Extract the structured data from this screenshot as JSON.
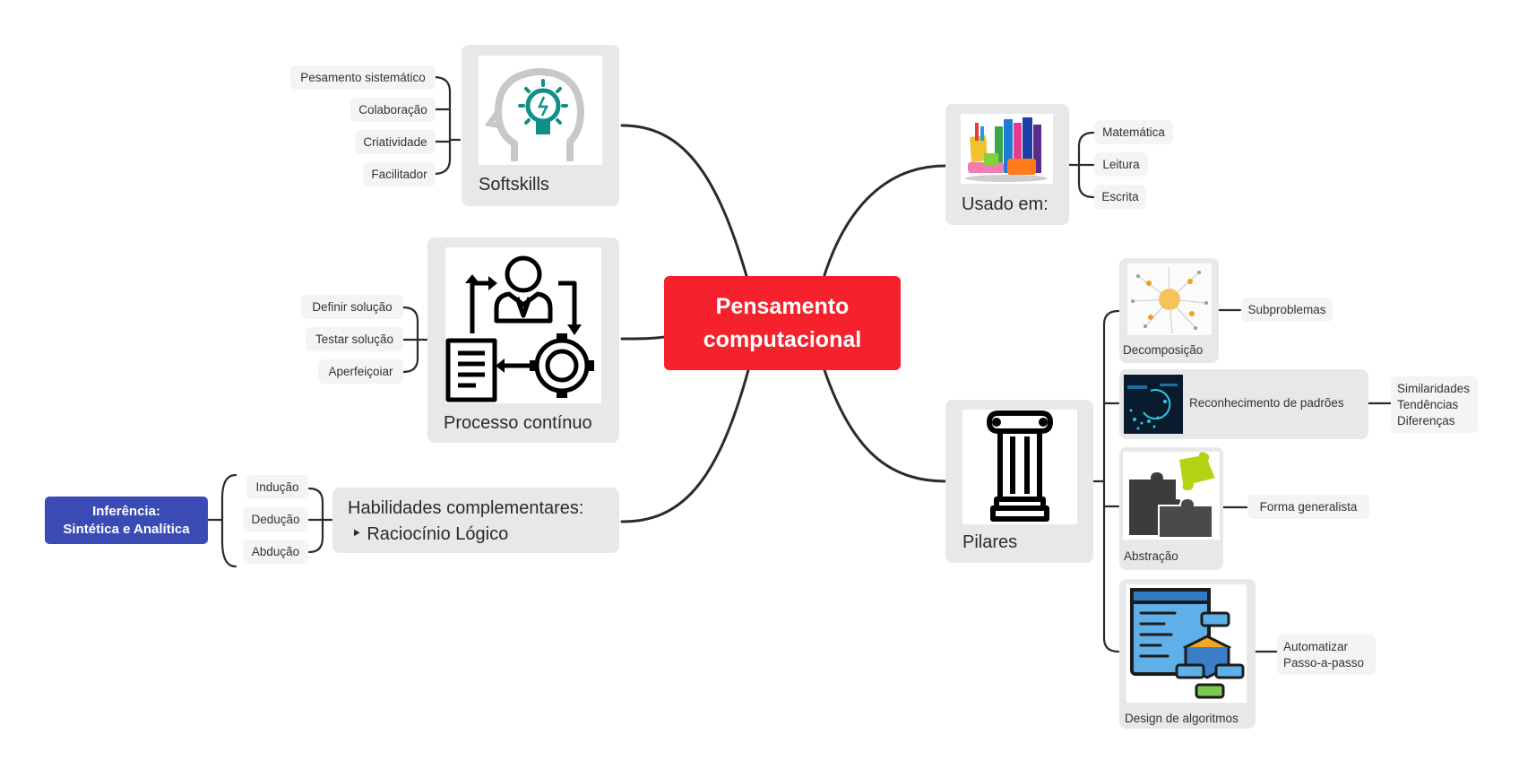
{
  "central": {
    "line1": "Pensamento",
    "line2": "computacional"
  },
  "softskills": {
    "label": "Softskills",
    "icon": "lightbulb-head-icon",
    "items": [
      "Pesamento sistemático",
      "Colaboração",
      "Criatividade",
      "Facilitador"
    ]
  },
  "processo": {
    "label": "Processo contínuo",
    "icon": "person-document-gear-cycle-icon",
    "items": [
      "Definir solução",
      "Testar solução",
      "Aperfeiçoiar"
    ]
  },
  "habilidades": {
    "line1": "Habilidades complementares:",
    "line2": "‣ Raciocínio Lógico",
    "items": [
      "Indução",
      "Dedução",
      "Abdução"
    ],
    "inferencia": {
      "line1": "Inferência:",
      "line2": "Sintética e Analítica"
    }
  },
  "usado": {
    "label": "Usado em:",
    "icon": "books-and-school-supplies-icon",
    "items": [
      "Matemática",
      "Leitura",
      "Escrita"
    ]
  },
  "pilares": {
    "label": "Pilares",
    "icon": "greek-column-icon",
    "decomposicao": {
      "label": "Decomposição",
      "icon": "exploding-network-icon",
      "item": "Subproblemas"
    },
    "padroes": {
      "label": "Reconhecimento de padrões",
      "icon": "digital-pattern-icon",
      "items": [
        "Similaridades",
        "Tendências",
        "Diferenças"
      ]
    },
    "abstracao": {
      "label": "Abstração",
      "icon": "puzzle-pieces-icon",
      "item": "Forma generalista"
    },
    "algoritmos": {
      "label": "Design de algoritmos",
      "icon": "code-flowchart-icon",
      "items": [
        "Automatizar",
        "Passo-a-passo"
      ]
    }
  },
  "colors": {
    "central": "#f5222d",
    "topic_bg": "#e8e8e8",
    "leaf_bg": "#f4f4f4",
    "line": "#2b2b2b",
    "inferencia": "#3b4bb5"
  }
}
